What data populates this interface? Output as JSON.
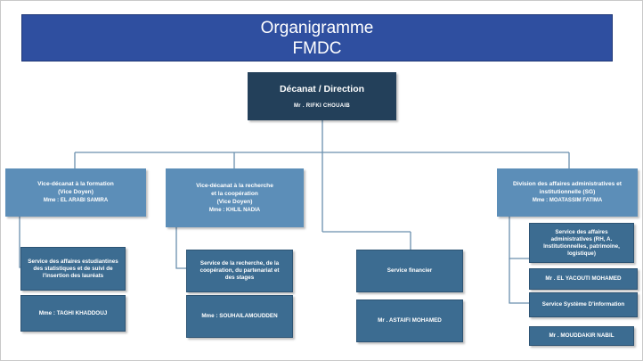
{
  "header": {
    "title_line1": "Organigramme",
    "title_line2": "FMDC"
  },
  "direction": {
    "title": "Décanat / Direction",
    "person": "Mr . RIFKI  CHOUAIB"
  },
  "vice_formation": {
    "title_line1": "Vice-décanat à la formation",
    "title_line2": "(Vice Doyen)",
    "person": "Mme : EL ARABI SAMIRA",
    "service_line1": "Service des affaires estudiantines",
    "service_line2": "des statistiques et de suivi de",
    "service_line3": "l'insertion des lauréats",
    "service_person": "Mme : TAGHI KHADDOUJ"
  },
  "vice_recherche": {
    "title_line1": "Vice-décanat à la recherche",
    "title_line2": "et la coopération",
    "title_line3": "(Vice Doyen)",
    "person": "Mme : KHLIL NADIA",
    "service_line1": "Service de la recherche, de la",
    "service_line2": "coopération, du partenariat et",
    "service_line3": "des stages",
    "service_person": "Mme : SOUHAILAMOUDDEN"
  },
  "financier": {
    "title": "Service financier",
    "person": "Mr . ASTAIFI MOHAMED"
  },
  "division": {
    "title_line1": "Division des affaires administratives et",
    "title_line2": "institutionnelle (SG)",
    "person": "Mme : MOATASSIM FATIMA",
    "service1_line1": "Service des affaires",
    "service1_line2": "administratives (RH, A.",
    "service1_line3": "Institutionnelles, patrimoine,",
    "service1_line4": "logistique)",
    "service1_person": "Mr . EL YACOUTI MOHAMED",
    "service2_title": "Service Système D'information",
    "service2_person": "Mr . MOUDDAKIR NABIL"
  },
  "colors": {
    "banner": "#2f4fa0",
    "dark_box": "#23405a",
    "mid_box": "#3c6c91",
    "light_box": "#5c8eb8",
    "connector": "#6a8fae"
  }
}
